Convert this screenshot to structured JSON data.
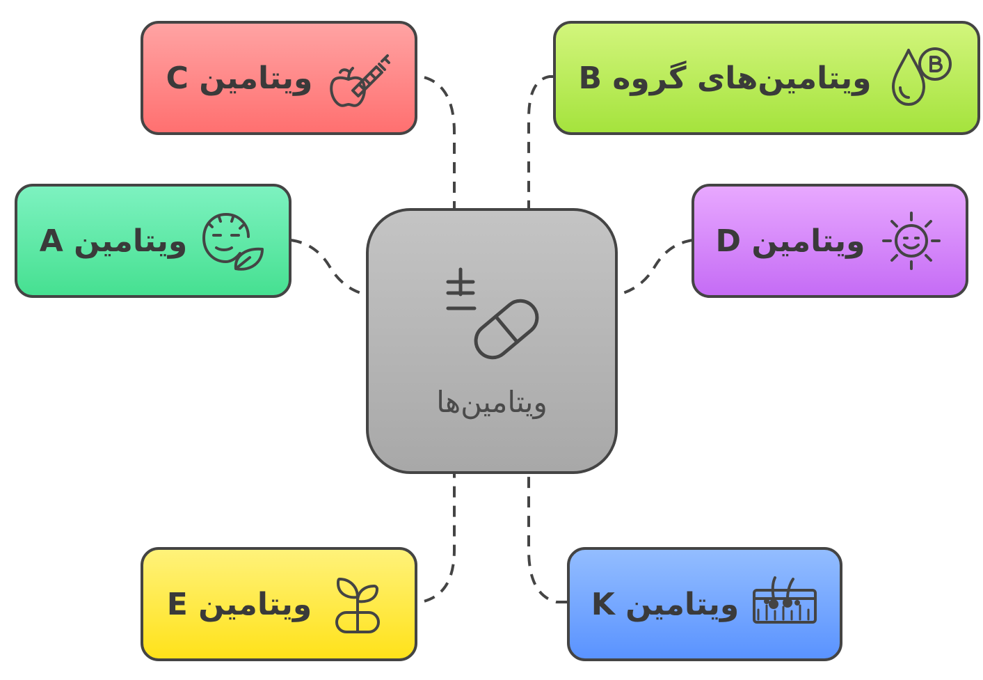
{
  "center": {
    "label": "ویتامین‌ها",
    "icon": "pill-plus-minus-icon",
    "color": "#b6b6b6"
  },
  "nodes": [
    {
      "id": "c",
      "label": "ویتامین C",
      "icon": "syringe-apple-icon",
      "color_top": "#ffa3a3",
      "color_bottom": "#ff7070"
    },
    {
      "id": "b",
      "label": "ویتامین‌های گروه B",
      "icon": "drop-b-icon",
      "color_top": "#d2f57c",
      "color_bottom": "#a5e33d"
    },
    {
      "id": "a",
      "label": "ویتامین A",
      "icon": "face-leaf-icon",
      "color_top": "#7df2c0",
      "color_bottom": "#46e091"
    },
    {
      "id": "d",
      "label": "ویتامین D",
      "icon": "sun-smile-icon",
      "color_top": "#e8a8ff",
      "color_bottom": "#c56cf5"
    },
    {
      "id": "e",
      "label": "ویتامین E",
      "icon": "sprout-icon",
      "color_top": "#fff27a",
      "color_bottom": "#ffe21a"
    },
    {
      "id": "k",
      "label": "ویتامین K",
      "icon": "skin-layers-icon",
      "color_top": "#93bdff",
      "color_bottom": "#5a93ff"
    }
  ],
  "stroke_color": "#444444"
}
